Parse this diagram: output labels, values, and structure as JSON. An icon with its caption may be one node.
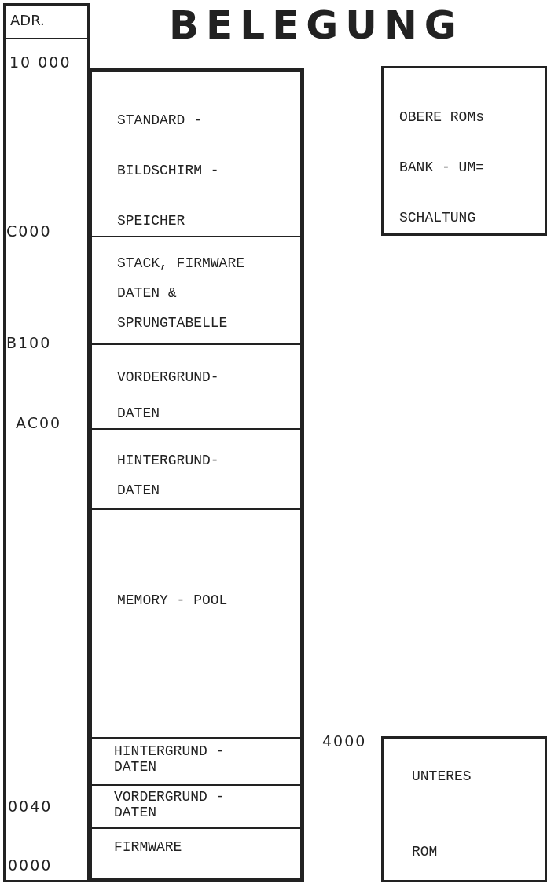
{
  "diagram": {
    "title": "BELEGUNG",
    "nodes": [
      {
        "text": [
          "ADR."
        ]
      },
      {
        "text": [],
        "shape": "box"
      },
      {
        "text": [
          "STANDARD - BILDSCHIRM - SPEICHER"
        ],
        "in": 1
      },
      {
        "text": [
          "STACK, FIRMWARE DATEN & SPRUNGTABELLE"
        ],
        "in": 1
      },
      {
        "text": [
          "VORDERGRUND- DATEN"
        ],
        "in": 1
      },
      {
        "text": [
          "HINTERGRUND- DATEN"
        ],
        "in": 1
      },
      {
        "text": [
          "MEMORY - POOL"
        ],
        "in": 1
      },
      {
        "text": [
          "HINTERGRUND - DATEN"
        ],
        "in": 1
      },
      {
        "text": [
          "VORDERGRUND - DATEN"
        ],
        "in": 1
      },
      {
        "text": [
          "FIRMWARE"
        ],
        "in": 1
      },
      {
        "text": [
          "OBERE ROMs BANK - UM= SCHALTUNG"
        ]
      },
      {
        "text": [
          "UNTERES ROM"
        ]
      }
    ],
    "edges": [],
    "labels": [
      "10 000",
      "C000",
      "B100",
      "AC00",
      "0040",
      "0000",
      "4000"
    ]
  }
}
